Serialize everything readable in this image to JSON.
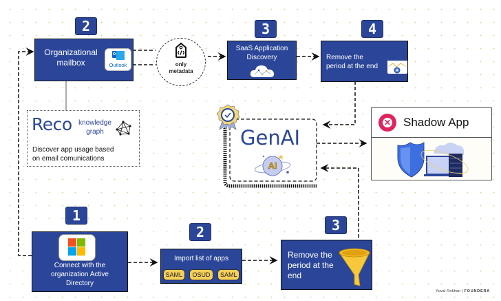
{
  "top_flow": {
    "mailbox": {
      "step": "2",
      "label_line1": "Organizational",
      "label_line2": "mailbox",
      "app_icon": "outlook-icon",
      "app_icon_label": "Outlook"
    },
    "metadata_node": {
      "icon": "code-tag-icon",
      "label_line1": "only",
      "label_line2": "metadata"
    },
    "saas": {
      "step": "3",
      "label_line1": "SaaS Application",
      "label_line2": "Discovery",
      "icon": "cloud-graph-icon"
    },
    "remove_top": {
      "step": "4",
      "label_line1": "Remove the",
      "label_line2": "period at the end",
      "icon": "browser-gear-icon"
    }
  },
  "reco": {
    "brand": "Reco",
    "kg_line1": "knowledge",
    "kg_line2": "graph",
    "icon": "network-graph-icon",
    "desc_line1": "Discover app usage based",
    "desc_line2": "on email comunications"
  },
  "genai": {
    "title": "GenAI",
    "orb_label": "AI",
    "badge_icon": "verified-badge-icon"
  },
  "shadow_app": {
    "title": "Shadow App",
    "status_icon": "x-circle-icon",
    "illustration": "shield-cloud-server-icon"
  },
  "bottom_flow": {
    "connect": {
      "step": "1",
      "label_line1": "Connect with the",
      "label_line2": "organization Active",
      "label_line3": "Directory",
      "icon": "microsoft-icon"
    },
    "import": {
      "step": "2",
      "label": "Import list of apps",
      "tags": [
        "SAML",
        "OSUD",
        "SAML"
      ]
    },
    "remove_bottom": {
      "step": "3",
      "label_line1": "Remove the",
      "label_line2": "period at the",
      "label_line3": "end",
      "icon": "funnel-icon"
    }
  },
  "credit": {
    "author": "Yuval Rokhan",
    "separator": "|",
    "brand": "FOUNDERA"
  },
  "colors": {
    "box_blue": "#2b4699",
    "tag_yellow": "#f5cf5a",
    "shadow_red": "#e0245e"
  }
}
